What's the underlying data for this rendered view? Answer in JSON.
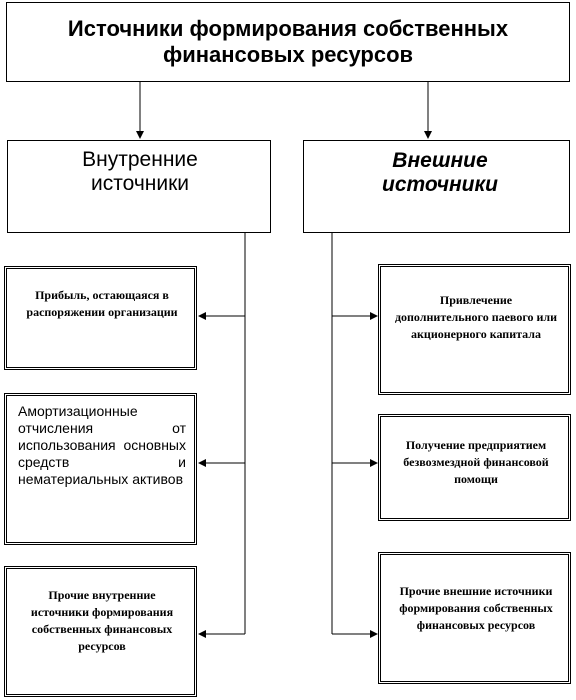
{
  "title": "Источники формирования собственных финансовых ресурсов",
  "internal": {
    "heading": "Внутренние источники",
    "items": [
      "Прибыль, остающаяся в распоряжении организации",
      "Амортизационные отчисления от использования основных средств и нематериальных активов",
      "Прочие внутренние источники формирования собственных финансовых ресурсов"
    ]
  },
  "external": {
    "heading": "Внешние источники",
    "items": [
      "Привлечение дополнительного паевого или акционерного капитала",
      "Получение предприятием безвозмездной финансовой помощи",
      "Прочие внешние источники формирования собственных финансовых ресурсов"
    ]
  }
}
